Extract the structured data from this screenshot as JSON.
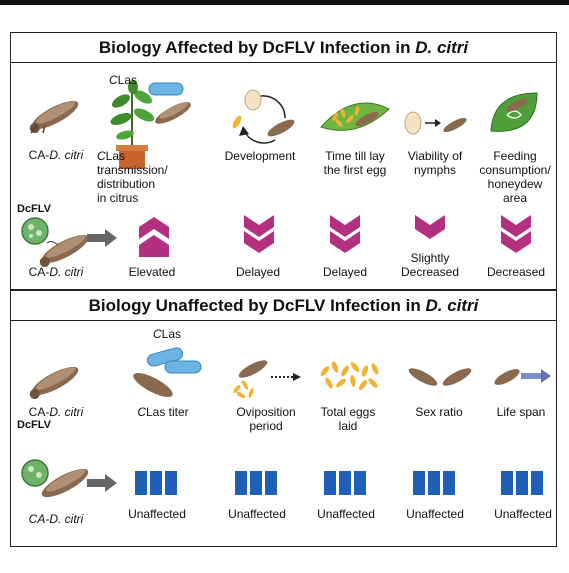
{
  "colors": {
    "magenta": "#B2307F",
    "blue": "#1F5FB8",
    "leaf": "#3D8B2A",
    "psyllid": "#8A6A4E",
    "egg": "#F2B233"
  },
  "panels": {
    "affected": {
      "title_prefix": "Biology Affected by DcFLV Infection in ",
      "title_species": "D. citri",
      "left_top_label_prefix": "CA-",
      "left_top_label_species": "D. citri",
      "virus_label": "DcFLV",
      "left_bottom_label_prefix": "CA-",
      "left_bottom_label_species": "D. citri",
      "clas_tag": "CLas",
      "columns": [
        {
          "label_italic": "C",
          "label": "Las\ntransmission/\ndistribution\nin citrus",
          "outcome": "Elevated",
          "icon": "citrus-tree-icon",
          "indicator": "up-chevrons"
        },
        {
          "label_italic": "",
          "label": "Development",
          "outcome": "Delayed",
          "icon": "development-cycle-icon",
          "indicator": "down-chevrons"
        },
        {
          "label_italic": "",
          "label": "Time till lay\nthe first egg",
          "outcome": "Delayed",
          "icon": "egg-leaf-icon",
          "indicator": "down-chevrons"
        },
        {
          "label_italic": "",
          "label": "Viability of\nnymphs",
          "outcome": "Slightly\nDecreased",
          "icon": "nymph-icon",
          "indicator": "down-chevron-single"
        },
        {
          "label_italic": "",
          "label": "Feeding\nconsumption/\nhoneydew\narea",
          "outcome": "Decreased",
          "icon": "honeydew-leaf-icon",
          "indicator": "down-chevrons"
        }
      ]
    },
    "unaffected": {
      "title_prefix": "Biology Unaffected by DcFLV Infection in ",
      "title_species": "D. citri",
      "left_top_label_prefix": "CA-",
      "left_top_label_species": "D. citri",
      "virus_label": "DcFLV",
      "left_bottom_label_prefix": "CA-",
      "left_bottom_label_species": "D. citri",
      "clas_tag": "CLas",
      "columns": [
        {
          "label_italic": "C",
          "label": "Las titer",
          "outcome": "Unaffected",
          "icon": "clas-titer-icon"
        },
        {
          "label_italic": "",
          "label": "Oviposition\nperiod",
          "outcome": "Unaffected",
          "icon": "oviposition-icon"
        },
        {
          "label_italic": "",
          "label": "Total eggs\nlaid",
          "outcome": "Unaffected",
          "icon": "eggs-icon"
        },
        {
          "label_italic": "",
          "label": "Sex ratio",
          "outcome": "Unaffected",
          "icon": "psyllid-pair-icon"
        },
        {
          "label_italic": "",
          "label": "Life span",
          "outcome": "Unaffected",
          "icon": "life-span-icon"
        }
      ]
    }
  }
}
